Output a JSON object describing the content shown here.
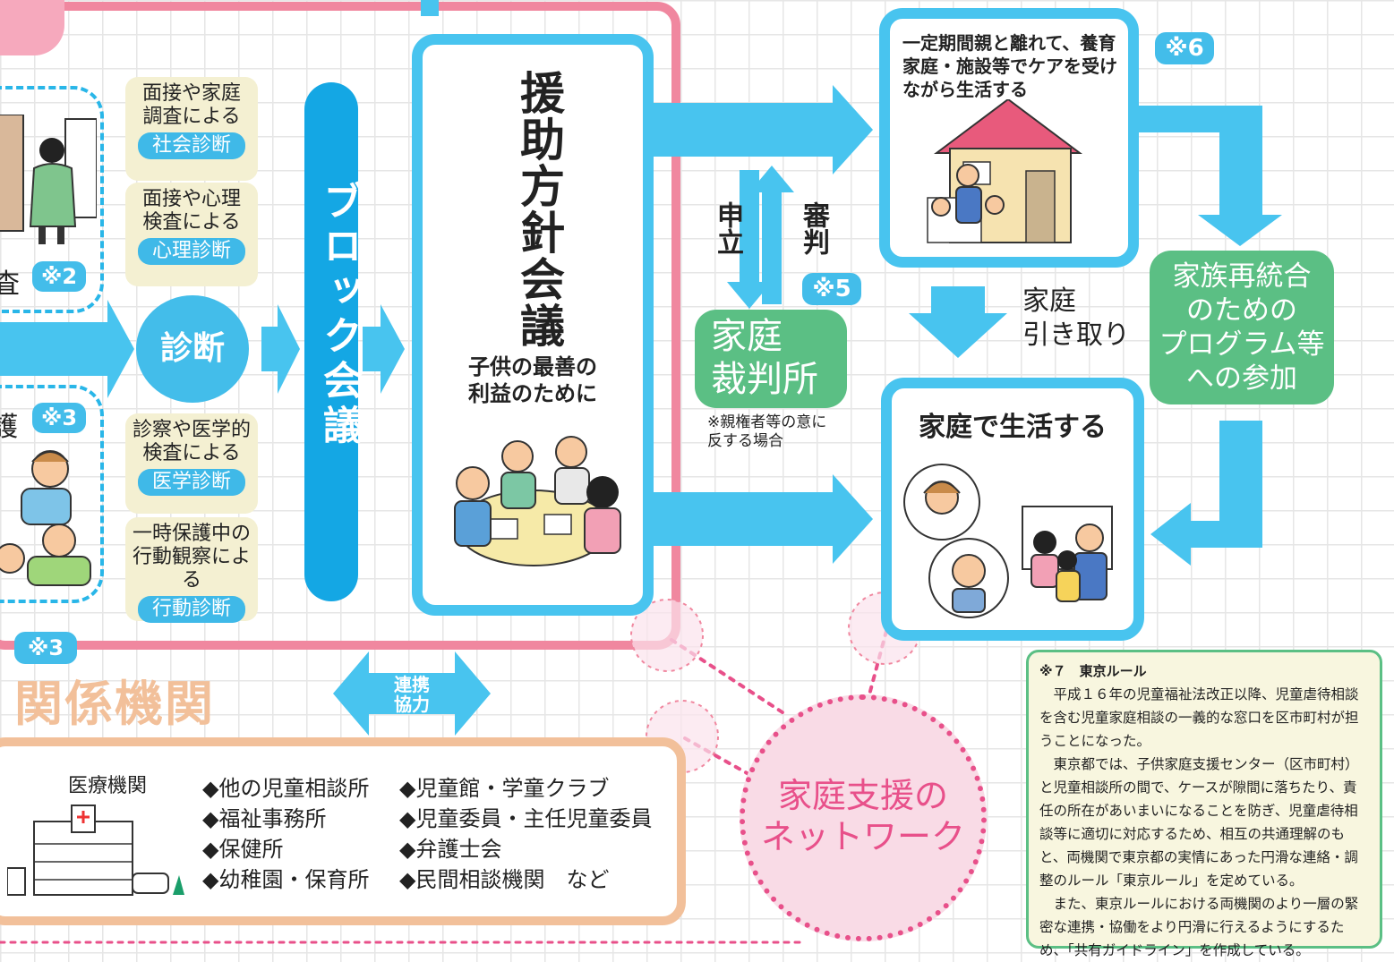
{
  "badges": {
    "b2": "※2",
    "b3_top": "※3",
    "b3_bottom": "※3",
    "b5": "※5",
    "b6": "※6"
  },
  "left_partial": {
    "investigation": "査",
    "protection": "護"
  },
  "diagnosis": {
    "center": "診断",
    "items": [
      {
        "text": "面接や家庭\n調査による",
        "pill": "社会診断"
      },
      {
        "text": "面接や心理\n検査による",
        "pill": "心理診断"
      },
      {
        "text": "診察や医学的\n検査による",
        "pill": "医学診断"
      },
      {
        "text": "一時保護中の\n行動観察による",
        "pill": "行動診断"
      }
    ]
  },
  "block_meeting": "ブロック会議",
  "policy_meeting": {
    "title": "援助方針会議",
    "subtitle": "子供の最善の\n利益のために"
  },
  "court": {
    "apply": "申立",
    "judgment": "審判",
    "name": "家庭\n裁判所",
    "note": "※親権者等の意に\n反する場合"
  },
  "foster": {
    "text": "一定期間親と離れて、養育\n家庭・施設等でケアを受け\nながら生活する"
  },
  "return_home": "家庭\n引き取り",
  "reunification": "家族再統合\nのための\nプログラム等\nへの参加",
  "home_life": "家庭で生活する",
  "agencies": {
    "title": "関係機関",
    "cooperation": "連携\n協力",
    "medical": "医療機関",
    "col1": [
      "◆他の児童相談所",
      "◆福祉事務所",
      "◆保健所",
      "◆幼稚園・保育所"
    ],
    "col2": [
      "◆児童館・学童クラブ",
      "◆児童委員・主任児童委員",
      "◆弁護士会",
      "◆民間相談機関　など"
    ]
  },
  "network": "家庭支援の\nネットワーク",
  "tokyo_rule": {
    "heading": "※７　東京ルール",
    "paragraphs": [
      "　平成１６年の児童福祉法改正以降、児童虐待相談を含む児童家庭相談の一義的な窓口を区市町村が担うことになった。",
      "　東京都では、子供家庭支援センター（区市町村）と児童相談所の間で、ケースが隙間に落ちたり、責任の所在があいまいになることを防ぎ、児童虐待相談等に適切に対応するため、相互の共通理解のもと、両機関で東京都の実情にあった円滑な連絡・調整のルール「東京ルール」を定めている。",
      "　また、東京ルールにおける両機関のより一層の緊密な連携・協働をより円滑に行えるようにするため、「共有ガイドライン」を作成している。"
    ]
  },
  "colors": {
    "cyan": "#48c4ef",
    "pink": "#f0879f",
    "green": "#5bbf84",
    "orange": "#f2c09a",
    "network_pink": "#f4cfe0"
  }
}
